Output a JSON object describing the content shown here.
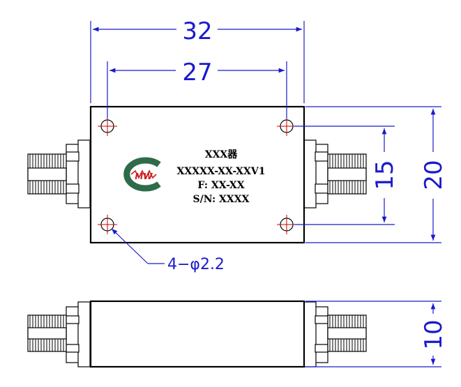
{
  "dimensions": {
    "overall_width": "32",
    "hole_spacing_x": "27",
    "hole_spacing_y": "15",
    "overall_height": "20",
    "thickness": "10",
    "hole_note": "4−φ2.2"
  },
  "label": {
    "line1": "XXX器",
    "line2": "XXXXX-XX-XXV1",
    "line3": "F: XX-XX",
    "line4": "S/N: XXXX"
  },
  "logo": {
    "text": "MW",
    "colors": {
      "arc": "#2f6b4a",
      "text": "#cc1f1f",
      "spring": "#cc1f1f"
    }
  },
  "colors": {
    "dimension": "#1a1acc",
    "outline": "#000000",
    "centerline": "#cc0000"
  }
}
